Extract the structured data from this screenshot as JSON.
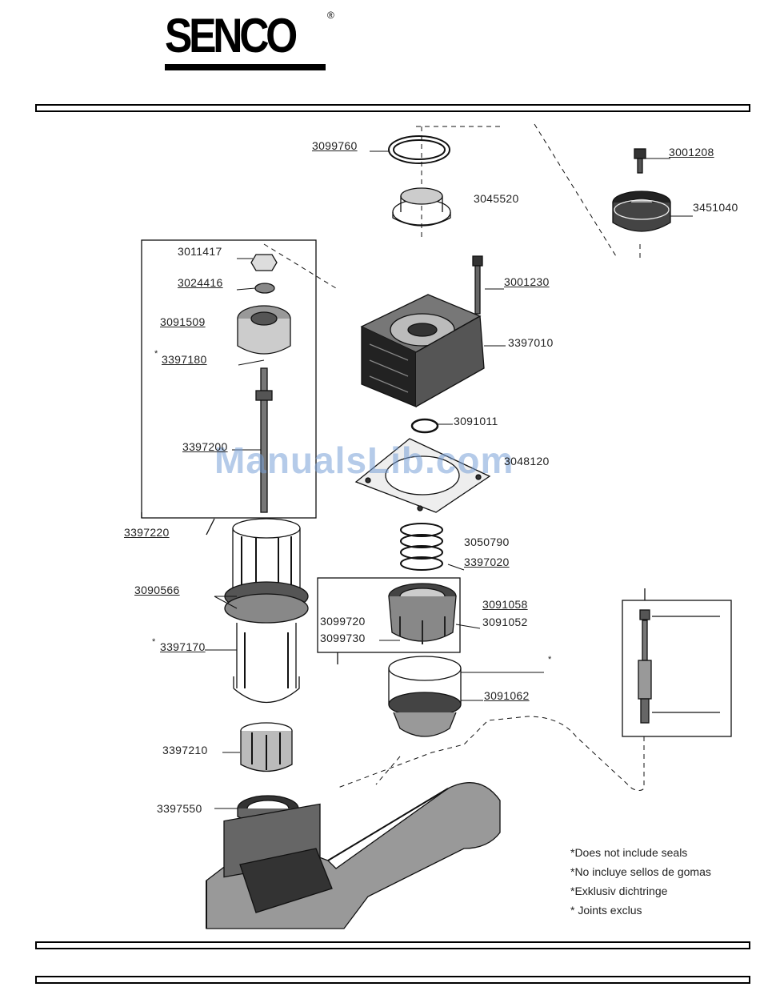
{
  "brand": {
    "name": "SENCO",
    "reg_mark": "®"
  },
  "watermark": "ManualsLib.com",
  "parts": {
    "p3099760": "3099760",
    "p3045520": "3045520",
    "p3001208": "3001208",
    "p3451040": "3451040",
    "p3011417": "3011417",
    "p3024416": "3024416",
    "p3091509": "3091509",
    "p3397180": "3397180",
    "p3397180_mark": "*",
    "p3397200": "3397200",
    "p3397220": "3397220",
    "p3001230": "3001230",
    "p3397010": "3397010",
    "p3091011": "3091011",
    "p3048120": "3048120",
    "p3050790": "3050790",
    "p3397020": "3397020",
    "p3090566": "3090566",
    "p3099720": "3099720",
    "p3099730": "3099730",
    "p3091058": "3091058",
    "p3091052": "3091052",
    "p3397170": "3397170",
    "p3397170_mark": "*",
    "p3091062": "3091062",
    "p3397210": "3397210",
    "p3397550": "3397550",
    "star_mark": "*"
  },
  "notes": [
    "*Does not include seals",
    "*No incluye sellos de gomas",
    "*Exklusiv dichtringe",
    "* Joints exclus"
  ]
}
